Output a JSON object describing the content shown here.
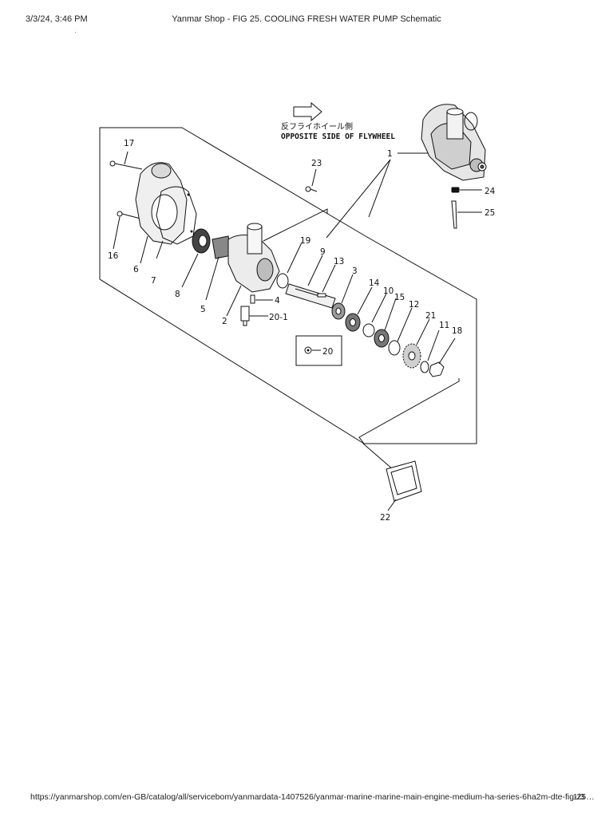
{
  "header": {
    "datetime": "3/3/24, 3:46 PM",
    "title": "Yanmar Shop - FIG 25. COOLING FRESH WATER PUMP Schematic"
  },
  "diagram": {
    "note_jp": "反フライホイール側",
    "note_en": "OPPOSITE SIDE OF FLYWHEEL",
    "labels": {
      "p1": "1",
      "p2": "2",
      "p3": "3",
      "p4": "4",
      "p5": "5",
      "p6": "6",
      "p7": "7",
      "p8": "8",
      "p9": "9",
      "p10": "10",
      "p11": "11",
      "p12": "12",
      "p13": "13",
      "p14": "14",
      "p15": "15",
      "p16": "16",
      "p17": "17",
      "p18": "18",
      "p19": "19",
      "p20": "20",
      "p20_1": "20-1",
      "p21": "21",
      "p22": "22",
      "p23": "23",
      "p24": "24",
      "p25": "25"
    }
  },
  "footer": {
    "url": "https://yanmarshop.com/en-GB/catalog/all/servicebom/yanmardata-1407526/yanmar-marine-marine-main-engine-medium-ha-series-6ha2m-dte-fig-25…",
    "page": "1/3"
  }
}
